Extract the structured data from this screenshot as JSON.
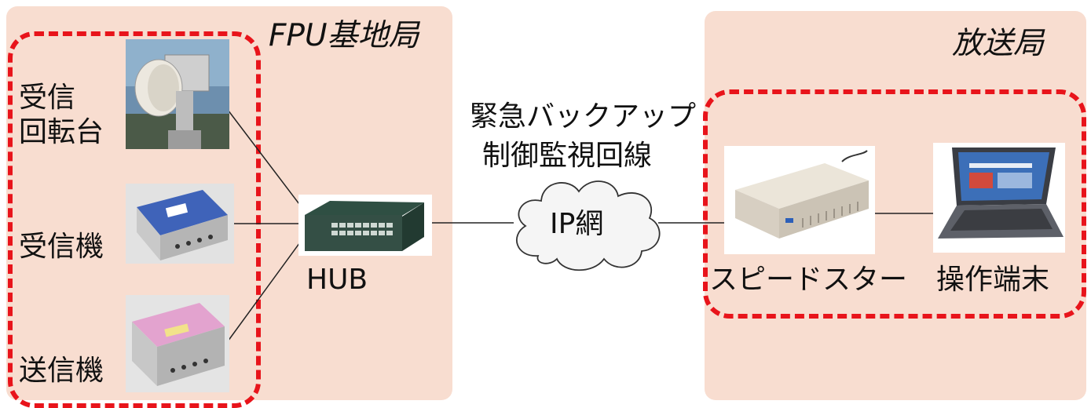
{
  "fpu_station": {
    "title": "FPU基地局",
    "devices": [
      "受信",
      "回転台",
      "受信機",
      "送信機"
    ]
  },
  "broadcast_station": {
    "title": "放送局",
    "devices": [
      "スピードスター",
      "操作端末"
    ]
  },
  "network": {
    "hub_label": "HUB",
    "line_label_1": "緊急バックアップ",
    "line_label_2": "制御監視回線",
    "cloud_label": "IP網"
  },
  "colors": {
    "panel": "#f8ddd0",
    "dashed_border": "#e8141b"
  }
}
